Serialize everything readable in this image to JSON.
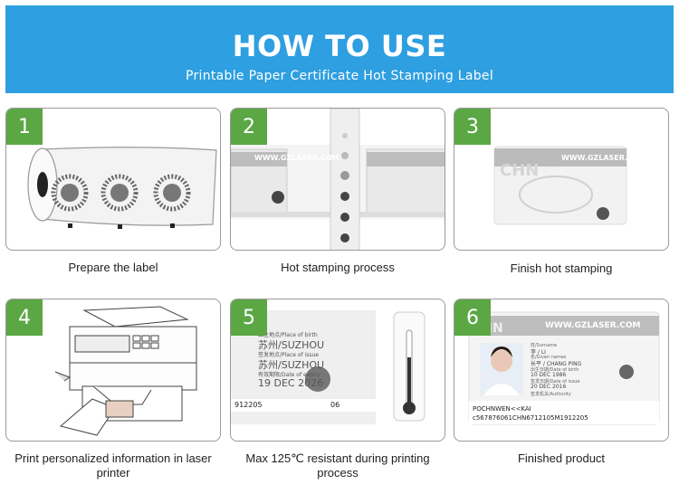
{
  "header": {
    "title": "HOW TO USE",
    "subtitle": "Printable Paper Certificate Hot Stamping Label"
  },
  "colors": {
    "banner": "#2e9fe0",
    "badge": "#5aa744",
    "border": "#9a9a9a"
  },
  "steps": [
    {
      "number": "1",
      "caption": "Prepare the label",
      "image": "label-roll-icon"
    },
    {
      "number": "2",
      "caption": "Hot stamping process",
      "image": "hot-stamping-strip"
    },
    {
      "number": "3",
      "caption": "Finish hot stamping",
      "image": "stamped-card"
    },
    {
      "number": "4",
      "caption": "Print personalized information in laser printer",
      "image": "laser-printer-icon"
    },
    {
      "number": "5",
      "caption": "Max 125℃ resistant during printing process",
      "image": "thermometer-icon"
    },
    {
      "number": "6",
      "caption": "Finished product",
      "image": "id-card"
    }
  ],
  "card_text": {
    "brand": "WWW.GZLASER.COM",
    "chn": "CHN",
    "place_label": "出生地点/Place of birth",
    "place_value": "苏州/SUZHOU",
    "issue_label": "签发地点/Place of issue",
    "issue_value": "苏州/SUZHOU",
    "expiry_label": "有效期限/Date of expiry",
    "expiry_value": "19 DEC 2026",
    "mrz_fragment_a": "912205",
    "mrz_fragment_b": "06",
    "surname_label": "姓/Surname",
    "surname_value": "李 / LI",
    "given_label": "名/Given names",
    "given_value": "长平 / CHANG PING",
    "dob_label": "出生日期/Date of birth",
    "dob_value": "10 DEC 1986",
    "issue_date_label": "签发日期/Date of issue",
    "issue_date_value": "20 DEC 2016",
    "authority_label": "签发机关/Authority",
    "mrz_line1": "POCHNWEN<<KAI",
    "mrz_line2": "c567876061CHN6712105M1912205"
  }
}
